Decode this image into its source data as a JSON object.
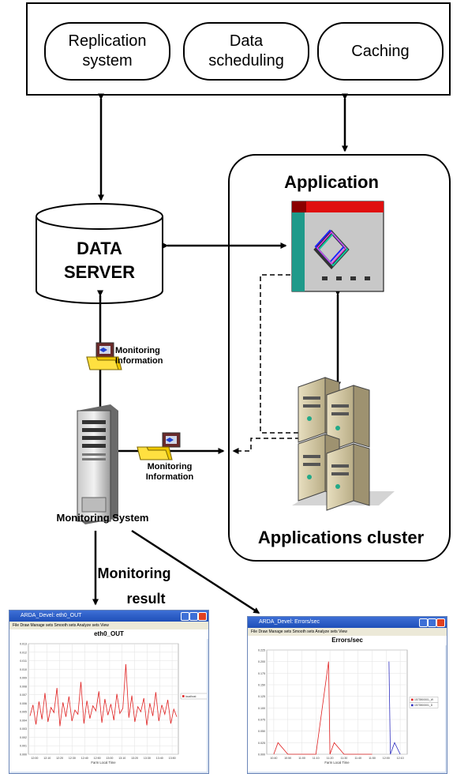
{
  "top_box": {
    "items": [
      "Replication\nsystem",
      "Data\nscheduling",
      "Caching"
    ]
  },
  "data_server": {
    "label": "DATA\nSERVER"
  },
  "application": {
    "label": "Application"
  },
  "applications_cluster": {
    "label": "Applications cluster"
  },
  "monitoring_info_1": {
    "label": "Monitoring\nInformation"
  },
  "monitoring_info_2": {
    "label": "Monitoring\nInformation"
  },
  "monitoring_system": {
    "label": "Monitoring System"
  },
  "monitoring_result": {
    "label_line1": "Monitoring",
    "label_line2": "result"
  },
  "colors": {
    "line": "#000000",
    "red_chart": "#e02020",
    "blue_chart": "#3030c0"
  },
  "chart_windows": [
    {
      "window_title": "ARDA_Devel: eth0_OUT",
      "menu": "File   Draw   Manage sets   Smooth sets   Analyze sets   View",
      "chart_title": "eth0_OUT",
      "legend": [
        "localhost"
      ],
      "xlabel": "Farm Local Time"
    },
    {
      "window_title": "ARDA_Devel: Errors/sec",
      "menu": "File   Draw   Manage sets   Smooth sets   Analyze sets   View",
      "chart_title": "Errors/sec",
      "legend": [
        "1573900001_W",
        "1573900001_D"
      ],
      "xlabel": "Farm Local Time"
    }
  ],
  "chart_data": [
    {
      "type": "line",
      "title": "eth0_OUT",
      "xlabel": "Farm Local Time",
      "ylabel": "",
      "x": [
        "12:00",
        "12:10",
        "12:20",
        "12:30",
        "12:40",
        "12:50",
        "13:00",
        "13:10",
        "13:20",
        "13:30",
        "13:40",
        "13:50"
      ],
      "ylim": [
        0,
        0.013
      ],
      "yticks": [
        "0.000",
        "0.001",
        "0.002",
        "0.003",
        "0.004",
        "0.005",
        "0.006",
        "0.007",
        "0.008",
        "0.009",
        "0.010",
        "0.011",
        "0.012",
        "0.013"
      ],
      "series": [
        {
          "name": "localhost",
          "values": [
            0.0045,
            0.0058,
            0.0035,
            0.0062,
            0.0041,
            0.0072,
            0.0038,
            0.0055,
            0.0049,
            0.0078,
            0.0033,
            0.0061,
            0.0044,
            0.0068,
            0.0039,
            0.0052,
            0.0047,
            0.0085,
            0.0036,
            0.0063,
            0.0042,
            0.0057,
            0.0051,
            0.0074,
            0.0037,
            0.0065,
            0.0046,
            0.0059,
            0.004,
            0.0071,
            0.0048,
            0.0054,
            0.0106,
            0.0043,
            0.0069,
            0.0038,
            0.0056,
            0.005,
            0.0066,
            0.0034,
            0.006,
            0.0045,
            0.0073,
            0.0039,
            0.0058,
            0.0047,
            0.0064,
            0.0036,
            0.0053,
            0.0044
          ]
        }
      ],
      "grid": true,
      "legend": "right"
    },
    {
      "type": "line",
      "title": "Errors/sec",
      "xlabel": "Farm Local Time",
      "ylabel": "",
      "x": [
        "10:40",
        "10:50",
        "11:00",
        "11:10",
        "11:20",
        "11:30",
        "11:40",
        "11:50",
        "12:00",
        "12:10"
      ],
      "ylim": [
        0,
        0.225
      ],
      "yticks": [
        "0.000",
        "0.025",
        "0.050",
        "0.075",
        "0.100",
        "0.125",
        "0.150",
        "0.175",
        "0.200",
        "0.225"
      ],
      "series": [
        {
          "name": "1573900001_W",
          "points": [
            [
              0,
              0.0
            ],
            [
              0.3,
              0.025
            ],
            [
              1,
              0.0
            ],
            [
              2,
              0.0
            ],
            [
              3,
              0.0
            ],
            [
              3.9,
              0.2
            ],
            [
              4,
              0.0
            ],
            [
              4.3,
              0.025
            ],
            [
              5,
              0.0
            ],
            [
              6,
              0.0
            ],
            [
              7,
              0.0
            ]
          ]
        },
        {
          "name": "1573900001_D",
          "points": [
            [
              8.2,
              0.2
            ],
            [
              8.3,
              0.0
            ],
            [
              8.6,
              0.025
            ],
            [
              9,
              0.0
            ]
          ]
        }
      ],
      "grid": true,
      "legend": "right"
    }
  ]
}
